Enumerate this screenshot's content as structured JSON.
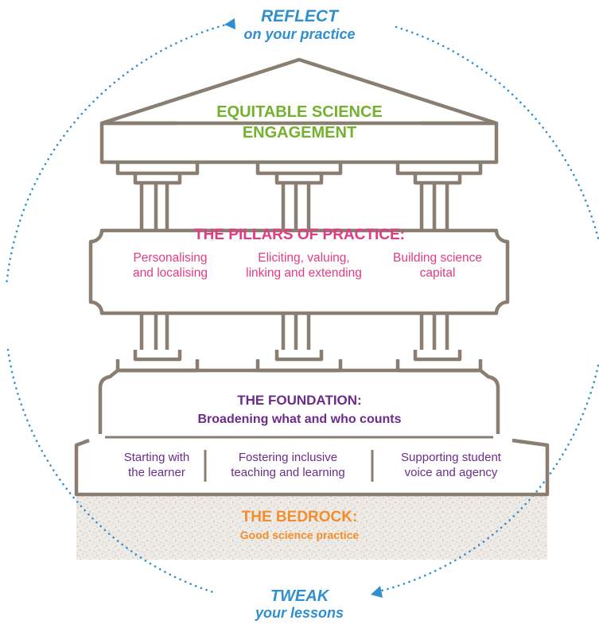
{
  "cycle": {
    "reflect": {
      "title": "REFLECT",
      "subtitle": "on your practice"
    },
    "tweak": {
      "title": "TWEAK",
      "subtitle": "your lessons"
    }
  },
  "roof": {
    "line1": "EQUITABLE SCIENCE",
    "line2": "ENGAGEMENT"
  },
  "pillars": {
    "heading": "THE PILLARS OF PRACTICE:",
    "items": [
      "Personalising\nand localising",
      "Eliciting, valuing,\nlinking and extending",
      "Building science\ncapital"
    ]
  },
  "foundation": {
    "heading": "THE FOUNDATION:",
    "subheading": "Broadening what and who counts",
    "items": [
      "Starting with\nthe learner",
      "Fostering inclusive\nteaching and learning",
      "Supporting student\nvoice and agency"
    ]
  },
  "bedrock": {
    "heading": "THE BEDROCK:",
    "subheading": "Good science practice"
  },
  "colors": {
    "outline": "#8a7d72",
    "cycle": "#2f8fcf",
    "goal": "#74b12e",
    "pillars": "#e23b84",
    "foundation": "#6c2c8a",
    "bedrock": "#f28e2b",
    "bedrock_fill": "#eeeae6"
  }
}
